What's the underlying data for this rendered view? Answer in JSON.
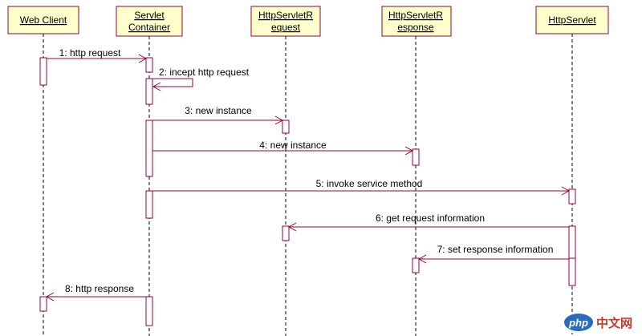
{
  "participants": [
    {
      "id": "web-client",
      "lines": [
        "Web Client"
      ]
    },
    {
      "id": "servlet-container",
      "lines": [
        "Servlet",
        "Container"
      ]
    },
    {
      "id": "http-servlet-request",
      "lines": [
        "HttpServletR",
        "equest"
      ]
    },
    {
      "id": "http-servlet-response",
      "lines": [
        "HttpServletR",
        "esponse"
      ]
    },
    {
      "id": "http-servlet",
      "lines": [
        "HttpServlet"
      ]
    }
  ],
  "messages": [
    {
      "number": 1,
      "label": "1: http request",
      "from": "web-client",
      "to": "servlet-container",
      "kind": "call"
    },
    {
      "number": 2,
      "label": "2: incept http request",
      "from": "servlet-container",
      "to": "servlet-container",
      "kind": "self"
    },
    {
      "number": 3,
      "label": "3: new instance",
      "from": "servlet-container",
      "to": "http-servlet-request",
      "kind": "call"
    },
    {
      "number": 4,
      "label": "4: new instance",
      "from": "servlet-container",
      "to": "http-servlet-response",
      "kind": "call"
    },
    {
      "number": 5,
      "label": "5: invoke service method",
      "from": "servlet-container",
      "to": "http-servlet",
      "kind": "call"
    },
    {
      "number": 6,
      "label": "6: get request information",
      "from": "http-servlet",
      "to": "http-servlet-request",
      "kind": "call"
    },
    {
      "number": 7,
      "label": "7: set response information",
      "from": "http-servlet",
      "to": "http-servlet-response",
      "kind": "call"
    },
    {
      "number": 8,
      "label": "8: http response",
      "from": "servlet-container",
      "to": "web-client",
      "kind": "call"
    }
  ],
  "watermark": {
    "logo_text": "php",
    "site_text": "中文网"
  }
}
